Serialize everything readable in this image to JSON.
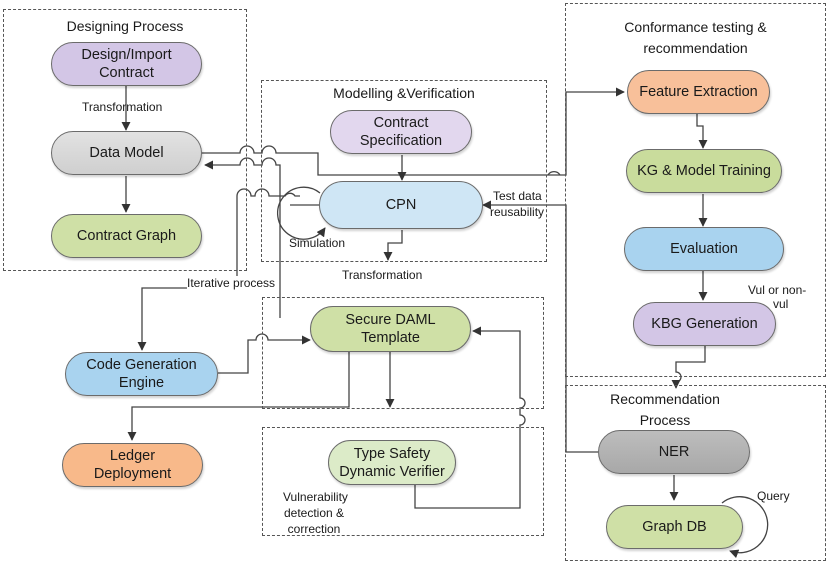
{
  "groups": {
    "designing": "Designing Process",
    "modelling": "Modelling &Verification",
    "conformance_line1": "Conformance testing &",
    "conformance_line2": "recommendation",
    "recommendation_line1": "Recommendation",
    "recommendation_line2": "Process"
  },
  "nodes": {
    "design_import": {
      "line1": "Design/Import",
      "line2": "Contract",
      "color": "#d3c6e6"
    },
    "data_model": {
      "label": "Data Model",
      "color": "#d6d6d6"
    },
    "contract_graph": {
      "label": "Contract Graph",
      "color": "#cfe0a6"
    },
    "contract_spec": {
      "line1": "Contract",
      "line2": "Specification",
      "color": "#e2d7ee"
    },
    "cpn": {
      "label": "CPN",
      "color": "#cfe6f5"
    },
    "code_gen": {
      "line1": "Code Generation",
      "line2": "Engine",
      "color": "#a9d3ef"
    },
    "secure_daml": {
      "line1": "Secure DAML",
      "line2": "Template",
      "color": "#cfe0a6"
    },
    "ledger": {
      "line1": "Ledger",
      "line2": "Deployment",
      "color": "#f8b98a"
    },
    "type_safety": {
      "line1": "Type Safety",
      "line2": "Dynamic Verifier",
      "color": "#dcebc8"
    },
    "feature_extraction": {
      "label": "Feature Extraction",
      "color": "#f8c09a"
    },
    "kg_training": {
      "label": "KG & Model Training",
      "color": "#c9dc9c"
    },
    "evaluation": {
      "label": "Evaluation",
      "color": "#a9d3ef"
    },
    "kbg_generation": {
      "label": "KBG Generation",
      "color": "#d3c6e6"
    },
    "ner": {
      "label": "NER",
      "color": "#b3b3b3"
    },
    "graph_db": {
      "label": "Graph DB",
      "color": "#cfe0a6"
    }
  },
  "labels": {
    "transformation_1": "Transformation",
    "simulation": "Simulation",
    "test_data_1": "Test data",
    "test_data_2": "reusability",
    "transformation_2": "Transformation",
    "iterative": "Iterative process",
    "vul_1": "Vul or non-",
    "vul_2": "vul",
    "vuln_1": "Vulnerability",
    "vuln_2": "detection &",
    "vuln_3": "correction",
    "query": "Query"
  }
}
